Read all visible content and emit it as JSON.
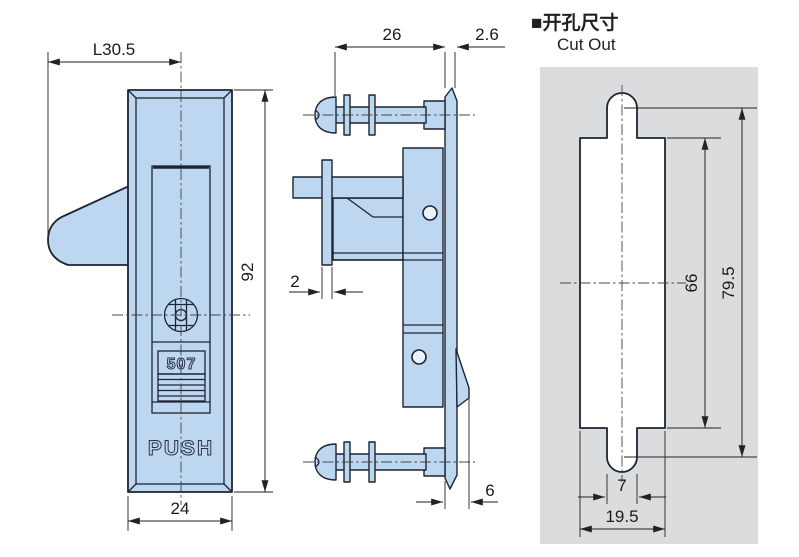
{
  "drawing": {
    "front": {
      "model_label": "507",
      "push_label": "PUSH",
      "dim_handle_offset": "L30.5",
      "dim_height": "92",
      "dim_width": "24"
    },
    "side": {
      "dim_grip_depth": "26",
      "dim_flange_thickness": "2.6",
      "dim_plate_thickness": "2",
      "dim_hook_offset": "6"
    },
    "cutout": {
      "title_zh": "■开孔尺寸",
      "title_en": "Cut Out",
      "dim_inner_height": "66",
      "dim_total_height": "79.5",
      "dim_slot_width": "7",
      "dim_width": "19.5"
    }
  },
  "colors": {
    "part_fill": "#bdd7f0",
    "outline": "#1d2433",
    "dimension": "#26211f",
    "panel_gray": "#dbdcdd",
    "cutout_fill": "#ffffff",
    "background": "#ffffff"
  }
}
